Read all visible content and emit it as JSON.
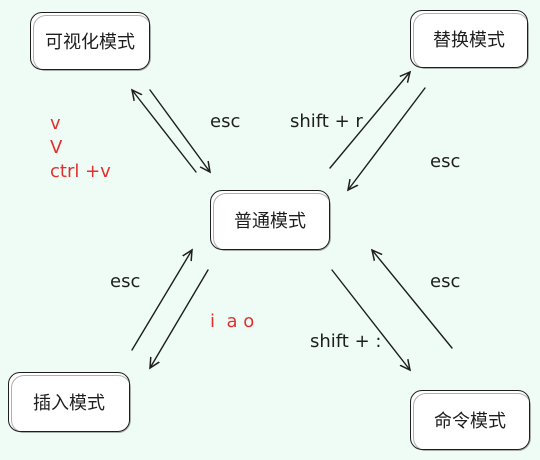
{
  "nodes": {
    "visual": "可视化模式",
    "replace": "替换模式",
    "normal": "普通模式",
    "insert": "插入模式",
    "command": "命令模式"
  },
  "labels": {
    "visual_keys": [
      "v",
      "V",
      "ctrl +v"
    ],
    "visual_esc": "esc",
    "replace_key": "shift + r",
    "replace_esc": "esc",
    "insert_esc": "esc",
    "insert_keys": "i  a o",
    "command_key": "shift + :",
    "command_esc": "esc"
  },
  "colors": {
    "key_highlight": "#e03131",
    "stroke": "#1e1e1e",
    "background": "#eefcf5"
  }
}
